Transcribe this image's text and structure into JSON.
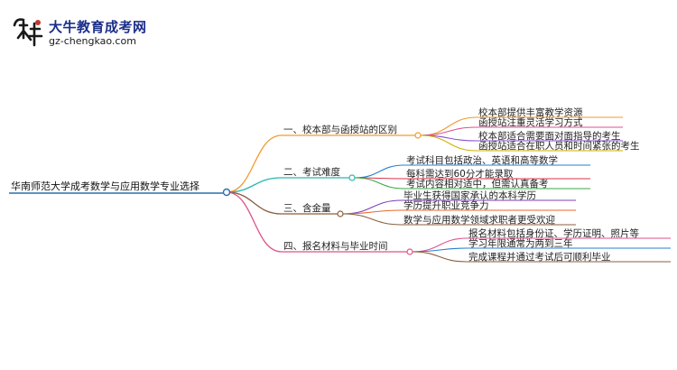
{
  "logo": {
    "title": "大牛教育成考网",
    "url": "gz-chengkao.com",
    "colors": {
      "title": "#1a2e8a",
      "mark": "#1a1a1a",
      "accent": "#c0392b"
    }
  },
  "mindmap": {
    "root": "华南师范大学成考数学与应用数学专业选择",
    "branches": [
      {
        "label": "一、校本部与函授站的区别",
        "color": "#f29a2e",
        "children": [
          {
            "label": "校本部提供丰富教学资源",
            "color": "#f29a2e"
          },
          {
            "label": "函授站注重灵活学习方式",
            "color": "#e0528b"
          },
          {
            "label": "校本部适合需要面对面指导的考生",
            "color": "#8a4fd1"
          },
          {
            "label": "函授站适合在职人员和时间紧张的考生",
            "color": "#c9b400"
          }
        ]
      },
      {
        "label": "二、考试难度",
        "color": "#2ab7b0",
        "children": [
          {
            "label": "考试科目包括政治、英语和高等数学",
            "color": "#2a7ecf"
          },
          {
            "label": "每科需达到60分才能录取",
            "color": "#d6334b"
          },
          {
            "label": "考试内容相对适中，但需认真备考",
            "color": "#37a845"
          }
        ]
      },
      {
        "label": "三、含金量",
        "color": "#8b5e3c",
        "children": [
          {
            "label": "毕业生获得国家承认的本科学历",
            "color": "#7b3fb5"
          },
          {
            "label": "学历提升职业竞争力",
            "color": "#e86a2a"
          },
          {
            "label": "数学与应用数学领域求职者更受欢迎",
            "color": "#8b5e3c"
          }
        ]
      },
      {
        "label": "四、报名材料与毕业时间",
        "color": "#e0528b",
        "children": [
          {
            "label": "报名材料包括身份证、学历证明、照片等",
            "color": "#e0528b"
          },
          {
            "label": "学习年限通常为两到三年",
            "color": "#2a7ecf"
          },
          {
            "label": "完成课程并通过考试后可顺利毕业",
            "color": "#8b5e3c"
          }
        ]
      }
    ]
  }
}
